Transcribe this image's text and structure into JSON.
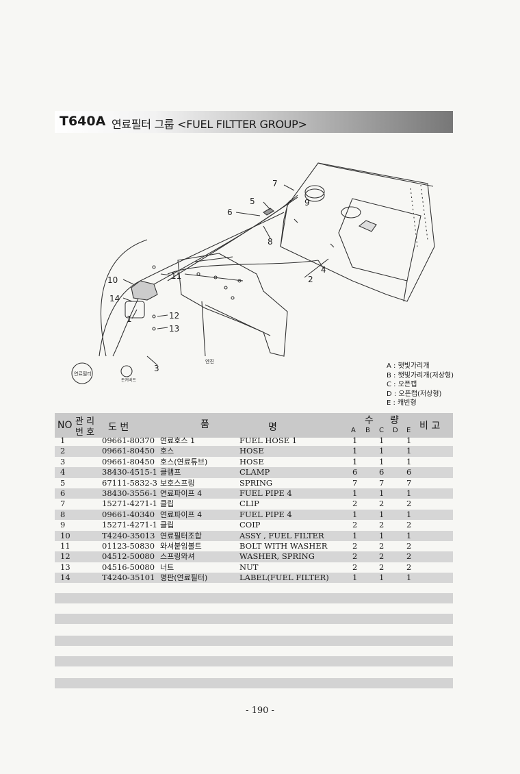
{
  "header": {
    "model": "T640A",
    "title": "연료필터 그룹 <FUEL FILTTER GROUP>"
  },
  "diagram": {
    "callouts": [
      "1",
      "2",
      "3",
      "4",
      "5",
      "6",
      "7",
      "8",
      "9",
      "10",
      "11",
      "12",
      "13",
      "14"
    ],
    "text_labels": {
      "engine": "엔진",
      "label_tag_1": "연료필터",
      "label_tag_2": "돈커버트"
    }
  },
  "legend": [
    "A : 햇빛가리개",
    "B : 햇빛가리개(저상형)",
    "C : 오픈캡",
    "D : 오픈캡(저상형)",
    "E : 캐빈형"
  ],
  "table": {
    "headers": {
      "no": "NO",
      "mgmt_1": "관 리",
      "mgmt_2": "번 호",
      "drawing_no": "도   번",
      "part_name_1": "품",
      "part_name_2": "명",
      "qty_1": "수",
      "qty_2": "량",
      "remark": "비   고",
      "cols": [
        "A",
        "B",
        "C",
        "D",
        "E"
      ]
    },
    "rows": [
      {
        "no": "1",
        "part": "09661-80370",
        "kr": "연료호스 1",
        "en": "FUEL HOSE 1",
        "a": "1",
        "c": "1",
        "e": "1"
      },
      {
        "no": "2",
        "part": "09661-80450",
        "kr": "호스",
        "en": "HOSE",
        "a": "1",
        "c": "1",
        "e": "1"
      },
      {
        "no": "3",
        "part": "09661-80450",
        "kr": "호스(연료튜브)",
        "en": "HOSE",
        "a": "1",
        "c": "1",
        "e": "1"
      },
      {
        "no": "4",
        "part": "38430-4515-1",
        "kr": "클램프",
        "en": "CLAMP",
        "a": "6",
        "c": "6",
        "e": "6"
      },
      {
        "no": "5",
        "part": "67111-5832-3",
        "kr": "보호스프링",
        "en": "SPRING",
        "a": "7",
        "c": "7",
        "e": "7"
      },
      {
        "no": "6",
        "part": "38430-3556-1",
        "kr": "연료파이프 4",
        "en": "FUEL PIPE 4",
        "a": "1",
        "c": "1",
        "e": "1"
      },
      {
        "no": "7",
        "part": "15271-4271-1",
        "kr": "클립",
        "en": "CLIP",
        "a": "2",
        "c": "2",
        "e": "2"
      },
      {
        "no": "8",
        "part": "09661-40340",
        "kr": "연료파이프 4",
        "en": "FUEL PIPE 4",
        "a": "1",
        "c": "1",
        "e": "1"
      },
      {
        "no": "9",
        "part": "15271-4271-1",
        "kr": "클립",
        "en": "COIP",
        "a": "2",
        "c": "2",
        "e": "2"
      },
      {
        "no": "10",
        "part": "T4240-35013",
        "kr": "연료필터조합",
        "en": "ASSY , FUEL FILTER",
        "a": "1",
        "c": "1",
        "e": "1"
      },
      {
        "no": "11",
        "part": "01123-50830",
        "kr": "와셔붙임볼트",
        "en": "BOLT WITH WASHER",
        "a": "2",
        "c": "2",
        "e": "2"
      },
      {
        "no": "12",
        "part": "04512-50080",
        "kr": "스프링와셔",
        "en": "WASHER, SPRING",
        "a": "2",
        "c": "2",
        "e": "2"
      },
      {
        "no": "13",
        "part": "04516-50080",
        "kr": "너트",
        "en": "NUT",
        "a": "2",
        "c": "2",
        "e": "2"
      },
      {
        "no": "14",
        "part": "T4240-35101",
        "kr": "명판(연료필터)",
        "en": "LABEL(FUEL FILTER)",
        "a": "1",
        "c": "1",
        "e": "1"
      }
    ]
  },
  "footer": {
    "page": "- 190 -"
  }
}
